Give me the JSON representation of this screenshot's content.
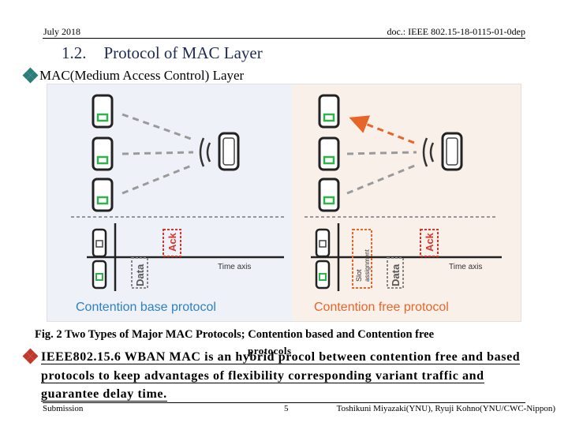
{
  "header": {
    "date": "July 2018",
    "doc_id": "doc.: IEEE 802.15-18-0115-01-0dep"
  },
  "slide": {
    "section_number": "1.2.",
    "title": "Protocol of MAC Layer"
  },
  "bullet1": {
    "text": "MAC(Medium Access Control) Layer"
  },
  "figure": {
    "left_panel": {
      "title": "Contention base protocol",
      "ack_label": "Ack",
      "data_label": "Data",
      "axis_label": "Time axis"
    },
    "right_panel": {
      "title": "Contention free protocol",
      "ack_label": "Ack",
      "data_label": "Data",
      "slot_label_line1": "Slot",
      "slot_label_line2": "assignment",
      "axis_label": "Time axis"
    },
    "colors": {
      "blue_title": "#2f7fc4",
      "orange_title": "#e8652a",
      "ack_red": "#d9342b",
      "device_green": "#2fb34a"
    }
  },
  "caption": {
    "line1": "Fig. 2 Two Types of Major MAC Protocols; Contention based and Contention free",
    "wrap": "protocols"
  },
  "bullet2": {
    "text": "IEEE802.15.6 WBAN MAC  is an hybrid procol between contention free and based protocols to keep advantages of flexibility corresponding variant traffic and guarantee delay time."
  },
  "footer": {
    "left": "Submission",
    "page": "5",
    "right": "Toshikuni Miyazaki(YNU), Ryuji Kohno(YNU/CWC-Nippon)"
  }
}
